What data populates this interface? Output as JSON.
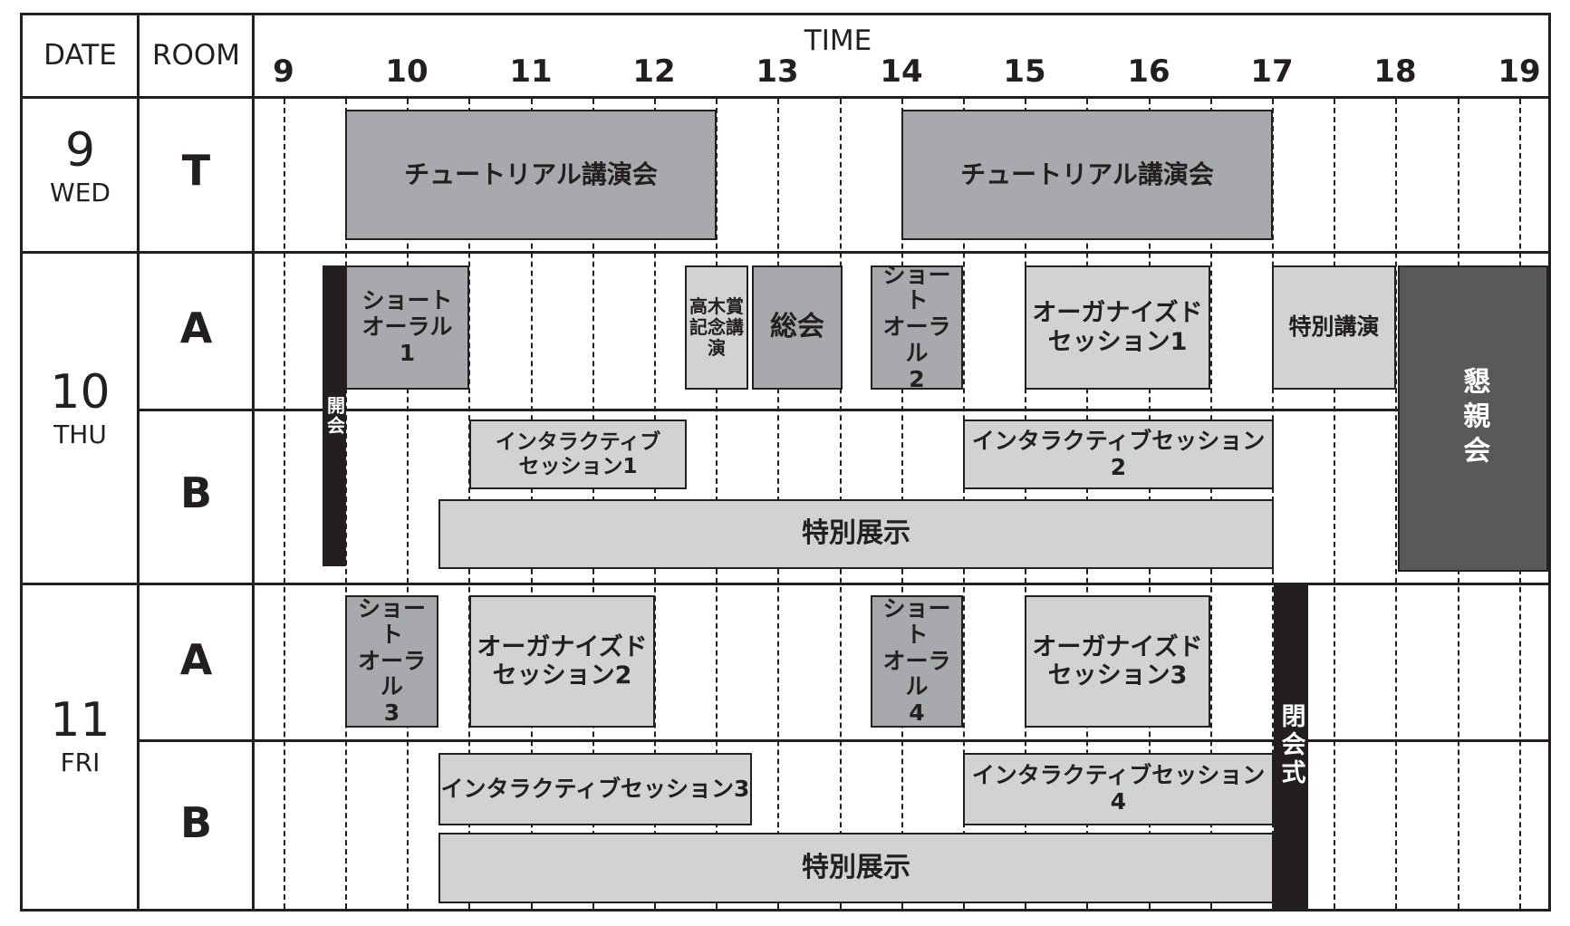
{
  "colors": {
    "line": "#231f20",
    "light_block": "#d1d2d3",
    "mid_block": "#a7a9ac",
    "dark_block": "#58595b",
    "ceremony": "#231f20"
  },
  "header": {
    "date": "DATE",
    "room": "ROOM",
    "time": "TIME"
  },
  "hours": [
    "9",
    "10",
    "11",
    "12",
    "13",
    "14",
    "15",
    "16",
    "17",
    "18",
    "19"
  ],
  "days": [
    {
      "num": "9",
      "weekday": "WED"
    },
    {
      "num": "10",
      "weekday": "THU"
    },
    {
      "num": "11",
      "weekday": "FRI"
    }
  ],
  "rooms": [
    "T",
    "A",
    "B",
    "A",
    "B"
  ],
  "events": {
    "tutorial_am": {
      "label": "チュートリアル講演会",
      "start": "9:30",
      "end": "12:30"
    },
    "tutorial_pm": {
      "label": "チュートリアル講演会",
      "start": "14:00",
      "end": "17:00"
    },
    "opening": {
      "label": "開会",
      "start": "9:18",
      "end": "9:30"
    },
    "short_oral_1": {
      "label": "ショート\nオーラル\n1",
      "start": "9:30",
      "end": "10:30"
    },
    "takagi": {
      "label": "高木賞\n記念講演",
      "start": "12:15",
      "end": "12:45"
    },
    "general": {
      "label": "総会",
      "start": "12:45",
      "end": "13:30"
    },
    "short_oral_2": {
      "label": "ショート\nオーラル\n2",
      "start": "13:45",
      "end": "14:30"
    },
    "organized_1": {
      "label": "オーガナイズド\nセッション1",
      "start": "15:00",
      "end": "16:30"
    },
    "special_lecture": {
      "label": "特別講演",
      "start": "17:00",
      "end": "18:00"
    },
    "banquet": {
      "label": "懇親会",
      "start": "18:00",
      "end": "19:15"
    },
    "interactive_1": {
      "label": "インタラクティブ\nセッション1",
      "start": "10:30",
      "end": "12:15"
    },
    "interactive_2": {
      "label": "インタラクティブセッション2",
      "start": "14:30",
      "end": "17:00"
    },
    "exhibit_10": {
      "label": "特別展示",
      "start": "10:15",
      "end": "17:00"
    },
    "short_oral_3": {
      "label": "ショート\nオーラル\n3",
      "start": "9:30",
      "end": "10:15"
    },
    "organized_2": {
      "label": "オーガナイズド\nセッション2",
      "start": "10:30",
      "end": "12:00"
    },
    "short_oral_4": {
      "label": "ショート\nオーラル\n4",
      "start": "13:45",
      "end": "14:30"
    },
    "organized_3": {
      "label": "オーガナイズド\nセッション3",
      "start": "15:00",
      "end": "16:30"
    },
    "closing": {
      "label": "閉会式",
      "start": "17:00",
      "end": "17:15"
    },
    "interactive_3": {
      "label": "インタラクティブセッション3",
      "start": "10:15",
      "end": "12:45"
    },
    "interactive_4": {
      "label": "インタラクティブセッション4",
      "start": "14:30",
      "end": "17:00"
    },
    "exhibit_11": {
      "label": "特別展示",
      "start": "10:15",
      "end": "17:00"
    }
  }
}
